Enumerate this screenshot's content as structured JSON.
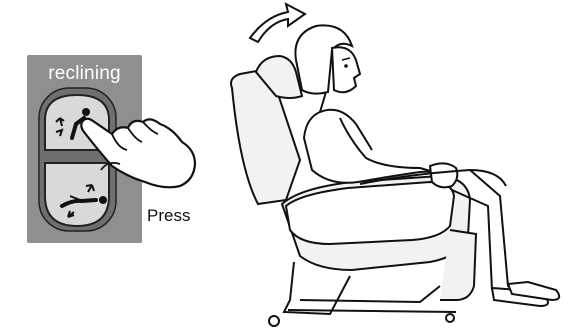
{
  "remote": {
    "label": "reclining",
    "buttons": [
      {
        "icon": "recline-up-icon"
      },
      {
        "icon": "recline-down-icon"
      }
    ]
  },
  "instruction": {
    "press_label": "Press"
  },
  "illustration": {
    "subject": "person-in-massage-chair",
    "motion_indicator": "arrow-forward-icon"
  },
  "colors": {
    "panel": "#8f8f8f",
    "button": "#d9d9d9",
    "line": "#111111",
    "chair_fill": "#f2f2f2"
  }
}
